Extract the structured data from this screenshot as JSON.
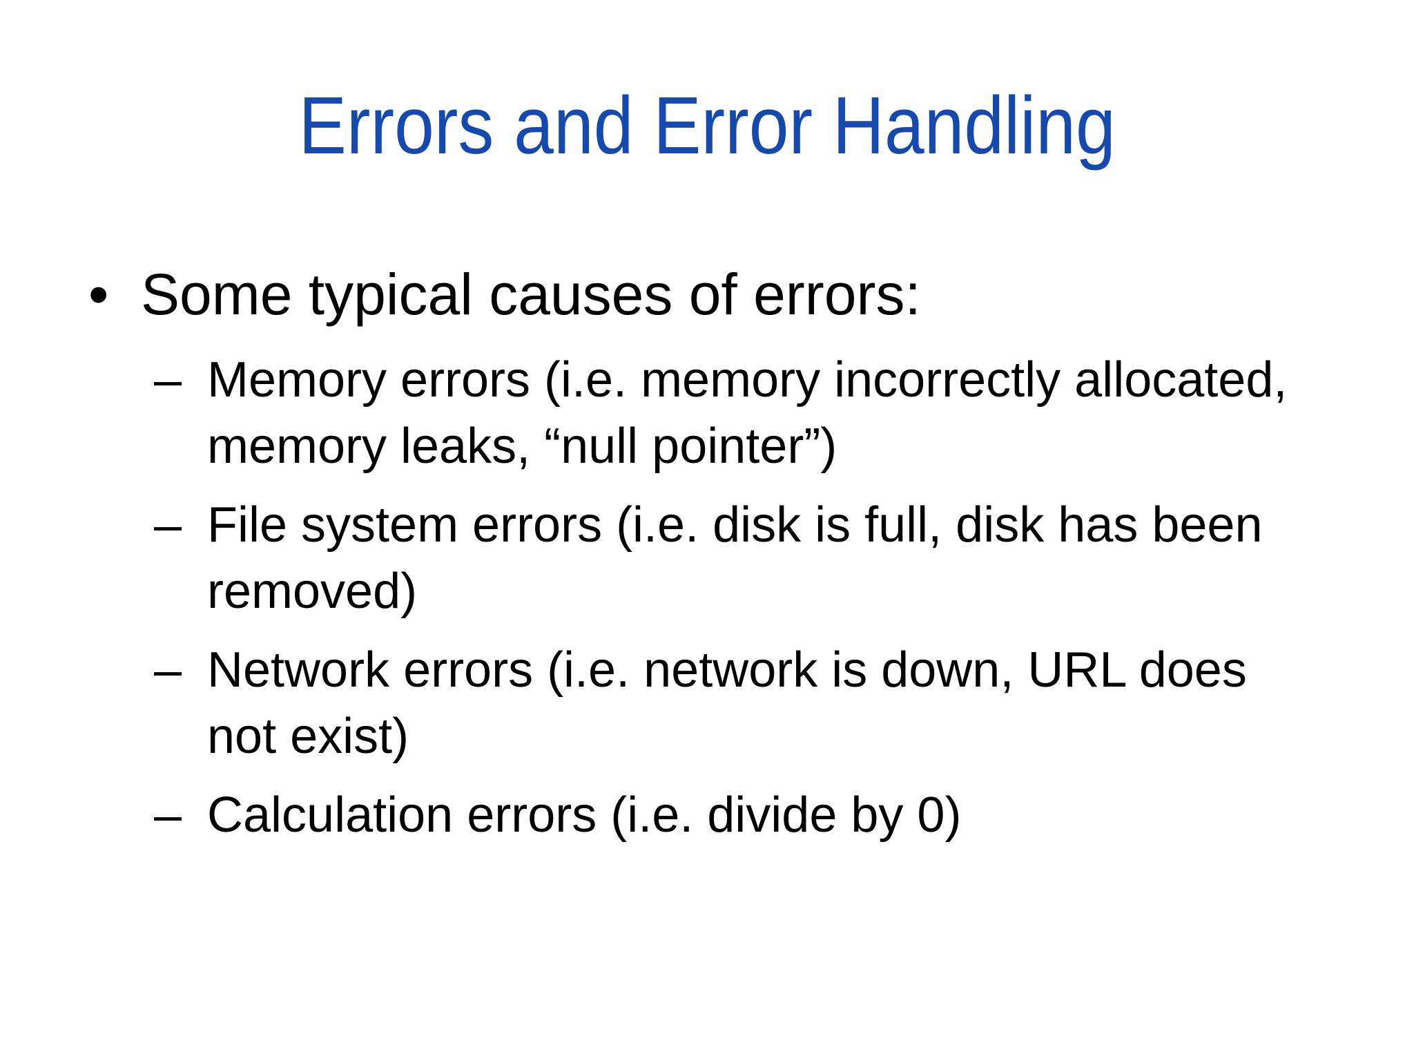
{
  "slide": {
    "background": "#ffffff",
    "title": "Errors and Error Handling",
    "title_color": "#1549ae",
    "bullet_char": "•",
    "dash_char": "–",
    "bullets": {
      "main": {
        "text": "Some typical causes of errors:"
      },
      "items": [
        {
          "lines": [
            "Memory errors (i.e. memory incorrectly allocated,",
            "memory leaks, “null pointer”)"
          ]
        },
        {
          "lines": [
            "File system errors (i.e. disk is full, disk has been",
            "removed)"
          ]
        },
        {
          "lines": [
            "Network errors (i.e. network is down, URL does",
            "not exist)"
          ]
        },
        {
          "lines": [
            "Calculation errors (i.e. divide by 0)"
          ]
        }
      ]
    }
  }
}
